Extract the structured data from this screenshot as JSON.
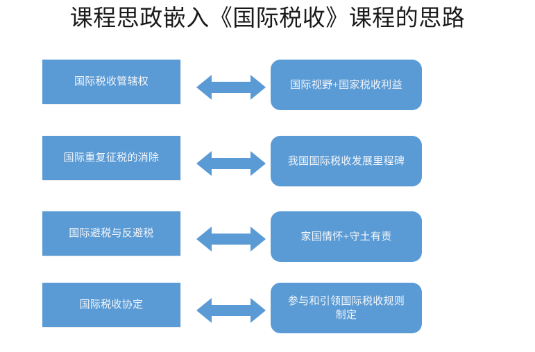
{
  "slide": {
    "title": "课程思政嵌入《国际税收》课程的思路",
    "background_color": "#FFFFFF",
    "box_color": "#5B9BD5",
    "box_text_color": "#F2F6FA",
    "arrow_color": "#5B9BD5",
    "title_color": "#1A1A1A"
  },
  "diagram": {
    "type": "two-column-mapping",
    "connector": "double-headed-arrow",
    "rows": [
      {
        "left": "国际税收管辖权",
        "arrow": "double-headed-arrow",
        "right": "国际视野+国家税收利益"
      },
      {
        "left": "国际重复征税的消除",
        "arrow": "double-headed-arrow",
        "right": "我国国际税收发展里程碑"
      },
      {
        "left": "国际避税与反避税",
        "arrow": "double-headed-arrow",
        "right": "家国情怀+守土有责"
      },
      {
        "left": "国际税收协定",
        "arrow": "double-headed-arrow",
        "right": "参与和引领国际税收规则制定"
      }
    ]
  }
}
